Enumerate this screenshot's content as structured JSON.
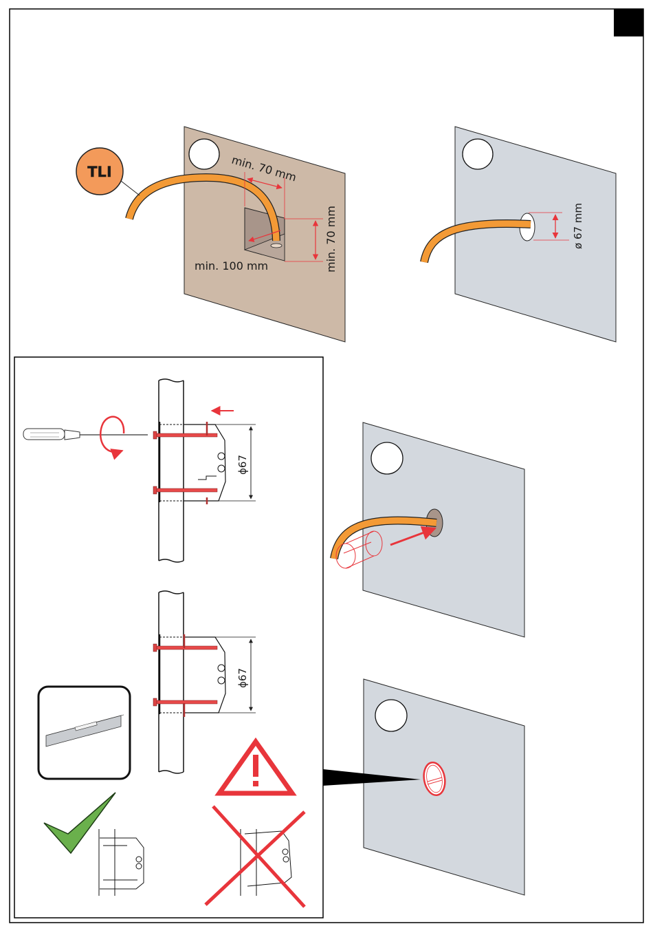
{
  "page": {
    "tab_marker": "section-tab",
    "colors": {
      "cable_orange": "#f39a36",
      "wall_brown": "#cdb9a7",
      "wall_grey": "#d3d8de",
      "accent_red": "#e8353b",
      "check_green": "#6ab04c",
      "cavity_brown": "#a8958a",
      "frame_black": "#000000"
    }
  },
  "steps": {
    "step1": {
      "badge_label": "TLI",
      "dim_width": "min. 70 mm",
      "dim_height": "min. 70 mm",
      "dim_depth": "min. 100 mm"
    },
    "step2": {
      "dim_diameter": "ø 67 mm"
    },
    "inset": {
      "top_diameter": "ϕ67",
      "bottom_diameter": "ϕ67",
      "tools": [
        "screwdriver-icon",
        "spirit-level-icon"
      ],
      "correct_marker": "check-icon",
      "wrong_marker": "cross-icon",
      "warning_marker": "warning-icon"
    },
    "step3": {
      "action": "insert-box"
    },
    "step4": {
      "action": "box-installed"
    }
  }
}
